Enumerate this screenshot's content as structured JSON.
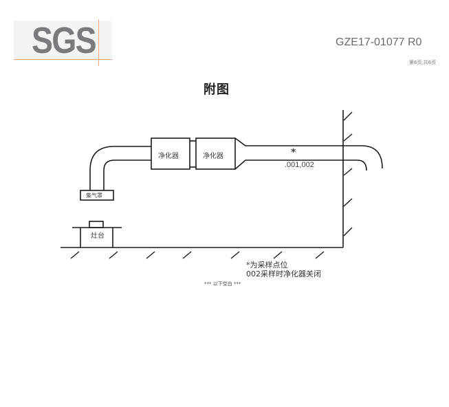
{
  "header": {
    "logo_text": "SGS",
    "report_number": "GZE17-01077 R0",
    "page_indicator": "第6页,共6页"
  },
  "title": "附图",
  "diagram": {
    "purifier_1_label": "净化器",
    "purifier_2_label": "净化器",
    "hood_label": "集气罩",
    "stove_label": "灶台",
    "sampling_mark": "*",
    "sampling_points": ".001,002"
  },
  "notes": {
    "line1": "*为采样点位",
    "line2": "002采样时净化器关闭"
  },
  "end_marker": "*** 以下空白 ***",
  "colors": {
    "line": "#1a1a1a",
    "logo_gray": "#7b7b7d",
    "logo_orange": "#f2a77c"
  }
}
